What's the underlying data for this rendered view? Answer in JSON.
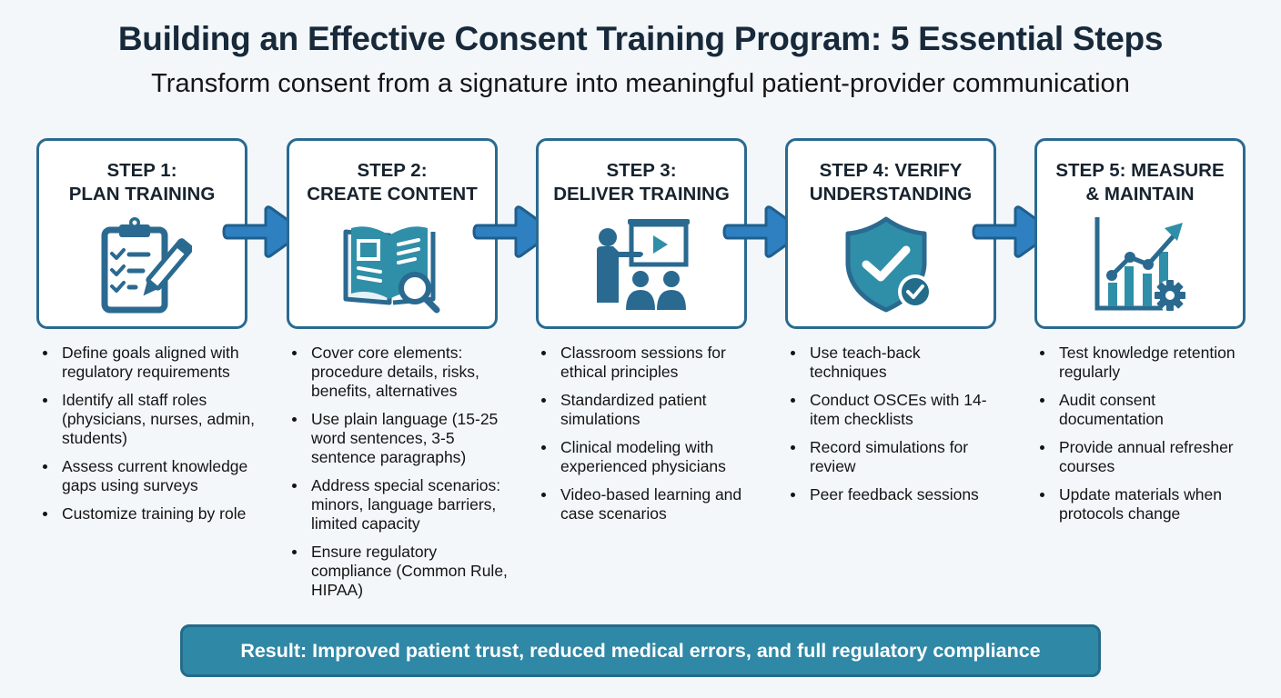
{
  "header": {
    "title": "Building an Effective Consent Training Program: 5 Essential Steps",
    "subtitle": "Transform consent from a signature into meaningful patient-provider communication"
  },
  "colors": {
    "box_border": "#2a6a90",
    "icon_primary": "#2a6a90",
    "icon_accent": "#2f8fa8",
    "arrow_fill": "#2f80c0",
    "arrow_stroke": "#1f5f8e",
    "result_bg": "#2f88a6",
    "background": "#f3f7fa"
  },
  "steps": [
    {
      "title_line1": "STEP 1:",
      "title_line2": "PLAN TRAINING",
      "icon": "clipboard-checklist-pencil-icon",
      "bullets": [
        "Define goals aligned with regulatory requirements",
        "Identify all staff roles (physicians, nurses, admin, students)",
        "Assess current knowledge gaps using surveys",
        "Customize training by role"
      ]
    },
    {
      "title_line1": "STEP 2:",
      "title_line2": "CREATE CONTENT",
      "icon": "open-book-magnifier-icon",
      "bullets": [
        "Cover core elements: procedure details, risks, benefits, alternatives",
        "Use plain language (15-25 word sentences, 3-5 sentence paragraphs)",
        "Address special scenarios: minors, language barriers, limited capacity",
        "Ensure regulatory compliance (Common Rule, HIPAA)"
      ]
    },
    {
      "title_line1": "STEP 3:",
      "title_line2": "DELIVER TRAINING",
      "icon": "presenter-audience-icon",
      "bullets": [
        "Classroom sessions for ethical principles",
        "Standardized patient simulations",
        "Clinical modeling with experienced physicians",
        "Video-based learning and case scenarios"
      ]
    },
    {
      "title_line1": "STEP 4: VERIFY",
      "title_line2": "UNDERSTANDING",
      "icon": "shield-check-icon",
      "bullets": [
        "Use teach-back techniques",
        "Conduct OSCEs with 14-item checklists",
        "Record simulations for review",
        "Peer feedback sessions"
      ]
    },
    {
      "title_line1": "STEP 5: MEASURE",
      "title_line2": "& MAINTAIN",
      "icon": "chart-gear-icon",
      "bullets": [
        "Test knowledge retention regularly",
        "Audit consent documentation",
        "Provide annual refresher courses",
        "Update materials when protocols change"
      ]
    }
  ],
  "result": {
    "text": "Result: Improved patient trust, reduced medical errors, and full regulatory compliance"
  }
}
